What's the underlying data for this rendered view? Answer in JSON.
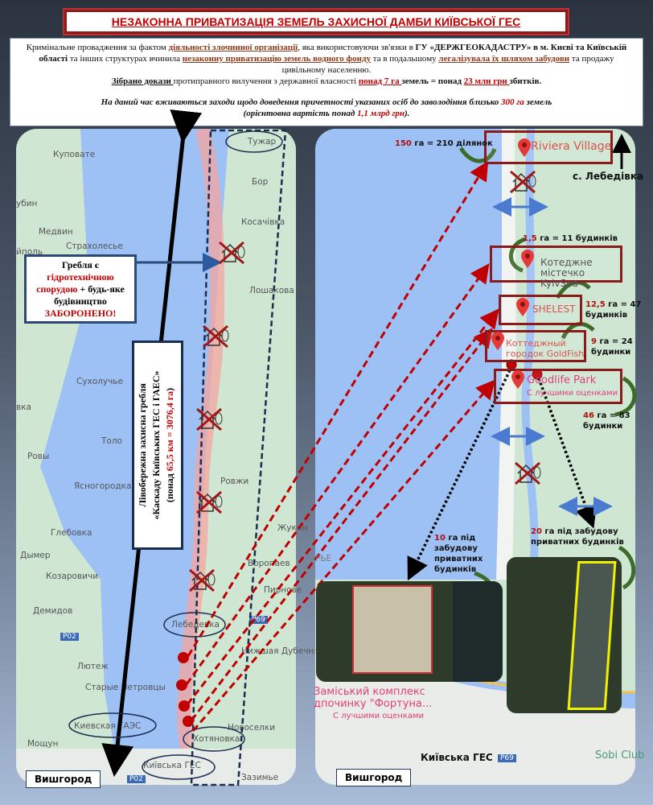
{
  "title": "НЕЗАКОННА ПРИВАТИЗАЦІЯ ЗЕМЕЛЬ ЗАХИСНОЇ ДАМБИ КИЇВСЬКОЇ ГЕС",
  "info": {
    "p1a": "Кримінальне провадження за фактом ",
    "p1b": "діяльності злочинної організації",
    "p1c": ", яка використовуючи зв'язки     в ",
    "p1d": "ГУ «ДЕРЖГЕОКАДАСТРУ» в м. Києві та Київській області",
    "p1e": " та інших структурах вчинила ",
    "p1f": "незаконну приватизацію земель водного фонду",
    "p1g": " та в подальшому ",
    "p1h": "легалізувала їх шляхом забудови",
    "p1i": " та продажу цивільному населенню.",
    "p2a": "Зібрано докази ",
    "p2b": "протиправного вилучення з державної власності  ",
    "p2c": "понад 7 га ",
    "p2d": "земель = понад ",
    "p2e": "23 млн грн ",
    "p2f": "збитків.",
    "p3a": "На даний час вживаються заходи щодо доведення причетності указаних осіб до заволодіння близько ",
    "p3b": "300 га",
    "p3c": " земель",
    "p3d": "(орієнтовна вартість понад ",
    "p3e": "1,1 млрд грн",
    "p3f": ")."
  },
  "left_map": {
    "labels": [
      "Куповате",
      "Тужар",
      "Бор",
      "убин",
      "Медвин",
      "Косачівка",
      "йполь",
      "Страхолесье",
      "Лошакова Гута",
      "Сухолучье",
      "вка",
      "Толо",
      "Ровы",
      "Ясногородка",
      "Ровжи",
      "Глебовка",
      "Жукин",
      "Дымер",
      "Воропаев",
      "Козаровичи",
      "Пирнове",
      "Демидов",
      "P02",
      "Лебедевка",
      "P69",
      "Нижшая Дубечня",
      "Лютеж",
      "Старые Петровцы",
      "Киевская ГАЭС",
      "Новоселки",
      "Мощун",
      "Хотяновка",
      "Київська ГЕС",
      "P02",
      "Зазимье"
    ],
    "dam_note": {
      "l1": "Гребля є",
      "l2": "гідротехнічною",
      "l3": "спорудою",
      "l4": " + будь-яке",
      "l5": "будівництво",
      "l6": "ЗАБОРОНЕНО!"
    },
    "dam_label": {
      "l1": "Лівобережна захисна гребля",
      "l2": "«Каскаду Київських ГЕС і ГАЕС»",
      "l3a": "(понад ",
      "l3b": "65,5 км = 3076,4 га",
      "l3c": ")"
    },
    "city": "Вишгород"
  },
  "right_map": {
    "places": [
      "Riviera Village",
      "Котеджне містечко KyivSea",
      "SHELEST",
      "Коттеджный городок GoldFish",
      "Goodlife Park",
      "С лучшими оценками"
    ],
    "notes": [
      {
        "n": "150",
        "t": " га = 210 ділянок"
      },
      {
        "n": "1,5",
        "t": " га = 11 будинків"
      },
      {
        "n": "12,5",
        "t": " га = 47 будинків"
      },
      {
        "n": "9",
        "t": " га = 24 будинки"
      },
      {
        "n": "46",
        "t": " га = 83 будинки"
      },
      {
        "n": "10",
        "t": " га під забудову приватних будинків"
      },
      {
        "n": "20",
        "t": " га під забудову приватних будинків"
      }
    ],
    "village": "с. Лебедівка",
    "fortuna": [
      "Заміський комплекс",
      "дпочинку \"Фортуна...",
      "С лучшими оценками"
    ],
    "ges": "Київська ГЕС",
    "road": "P69",
    "sobi": "Sobi Club",
    "ribe": "РЬЕ",
    "city": "Вишгород"
  },
  "colors": {
    "accent": "#c00000",
    "water": "#9dc0f5",
    "land": "#cfe6d3",
    "border": "#8b1a1a"
  }
}
